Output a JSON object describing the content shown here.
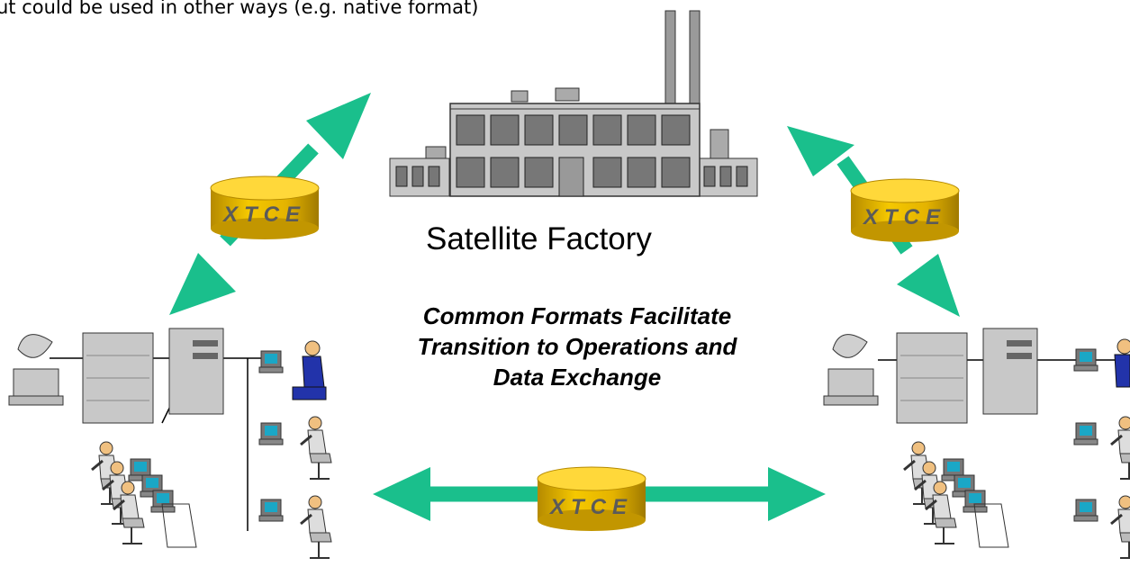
{
  "top_note": "ut could be used in other ways (e.g. native format)",
  "factory": {
    "label": "Satellite Factory"
  },
  "caption": {
    "lines": [
      "Common Formats Facilitate",
      "Transition to Operations and",
      "Data Exchange"
    ]
  },
  "xtce_label": "XTCE",
  "colors": {
    "arrow": "#1abf8c",
    "cylinder": "#e0b400",
    "building": "#c8c8c8"
  }
}
